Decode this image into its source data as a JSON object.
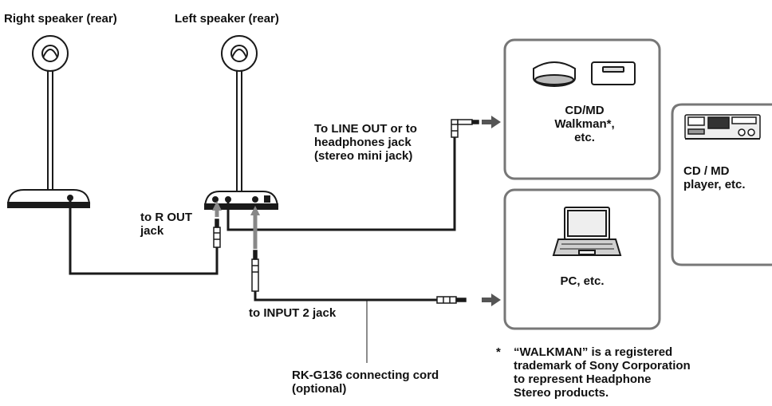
{
  "labels": {
    "right_speaker": "Right speaker (rear)",
    "left_speaker": "Left speaker (rear)",
    "line_out": "To LINE OUT or to\nheadphones jack\n(stereo mini jack)",
    "cd_md_walkman": "CD/MD\nWalkman*,\netc.",
    "cd_md_player": "CD / MD\nplayer, etc.",
    "r_out_jack": "to R OUT\njack",
    "pc": "PC, etc.",
    "input2_jack": "to INPUT 2 jack",
    "cord": "RK-G136 connecting cord\n(optional)"
  },
  "footnote": {
    "marker": "*",
    "text": "“WALKMAN” is a registered\ntrademark of Sony Corporation\nto represent Headphone\nStereo products."
  },
  "colors": {
    "line": "#1a1a1a",
    "box": "#777777",
    "device_fill": "#d9d9d9",
    "arrow_fill": "#888888"
  }
}
